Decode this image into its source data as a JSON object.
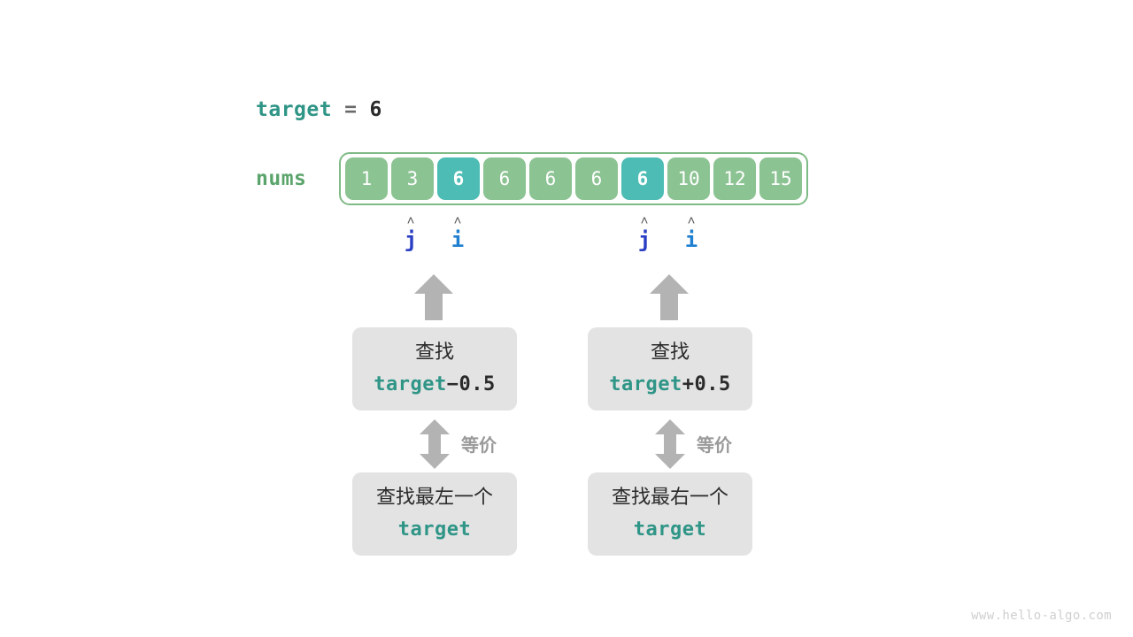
{
  "diagram": {
    "watermark": "www.hello-algo.com",
    "target_line": {
      "var_label": "target",
      "equals": "=",
      "value": "6"
    },
    "array": {
      "label": "nums",
      "values": [
        "1",
        "3",
        "6",
        "6",
        "6",
        "6",
        "6",
        "10",
        "12",
        "15"
      ],
      "highlighted_indices": [
        2,
        6
      ],
      "cell_color": "#8cc393",
      "highlight_color": "#4cbcb4",
      "border_color": "#7fbb86"
    },
    "pointers": [
      {
        "name": "j",
        "caret": "˄",
        "index": 1,
        "color": "#2b3fc4"
      },
      {
        "name": "i",
        "caret": "˄",
        "index": 2,
        "color": "#1f7fd0"
      },
      {
        "name": "j",
        "caret": "˄",
        "index": 6,
        "color": "#2b3fc4"
      },
      {
        "name": "i",
        "caret": "˄",
        "index": 7,
        "color": "#1f7fd0"
      }
    ],
    "left_branch": {
      "top_box": {
        "line1": "查找",
        "code_var": "target",
        "code_op": "−",
        "code_num": "0.5"
      },
      "equivalence_label": "等价",
      "bottom_box": {
        "line1": "查找最左一个",
        "code_var": "target"
      }
    },
    "right_branch": {
      "top_box": {
        "line1": "查找",
        "code_var": "target",
        "code_op": "+",
        "code_num": "0.5"
      },
      "equivalence_label": "等价",
      "bottom_box": {
        "line1": "查找最右一个",
        "code_var": "target"
      }
    },
    "colors": {
      "teal_text": "#2f9587",
      "green_text": "#5ba56c",
      "gray_arrow": "#b3b3b3",
      "box_bg": "#e3e3e3"
    }
  }
}
